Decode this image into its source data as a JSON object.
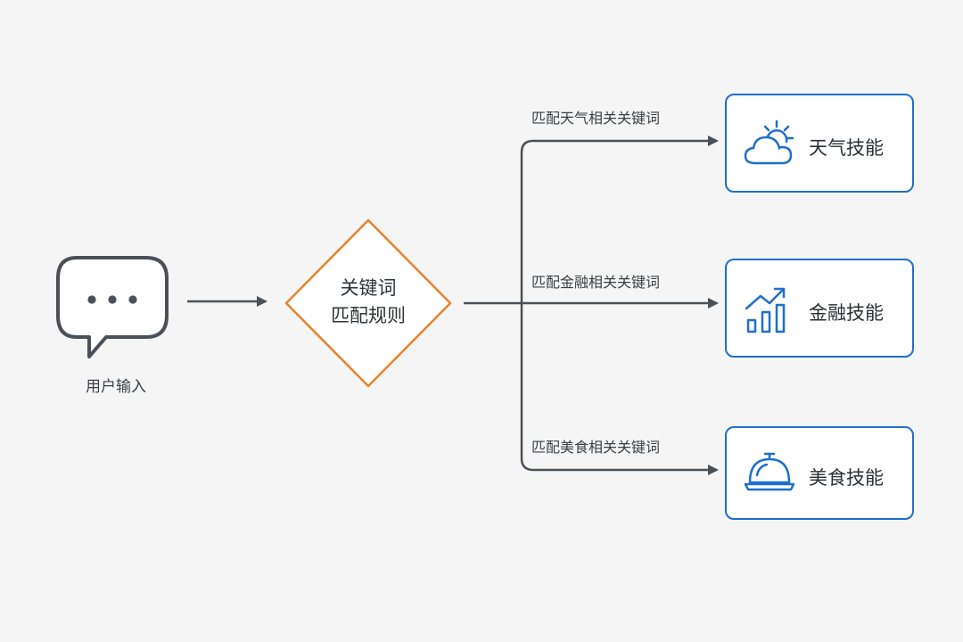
{
  "input": {
    "label": "用户输入",
    "icon": "chat-bubble-icon"
  },
  "rule": {
    "line1": "关键词",
    "line2": "匹配规则"
  },
  "branches": [
    {
      "condition": "匹配天气相关关键词",
      "skill": "天气技能",
      "icon": "weather-icon"
    },
    {
      "condition": "匹配金融相关关键词",
      "skill": "金融技能",
      "icon": "finance-chart-icon"
    },
    {
      "condition": "匹配美食相关关键词",
      "skill": "美食技能",
      "icon": "food-cloche-icon"
    }
  ],
  "colors": {
    "line": "#4a5058",
    "diamond": "#e8822a",
    "skill_border": "#1f6fcc",
    "icon_gray": "#4a5058",
    "icon_blue": "#1f6fcc"
  }
}
